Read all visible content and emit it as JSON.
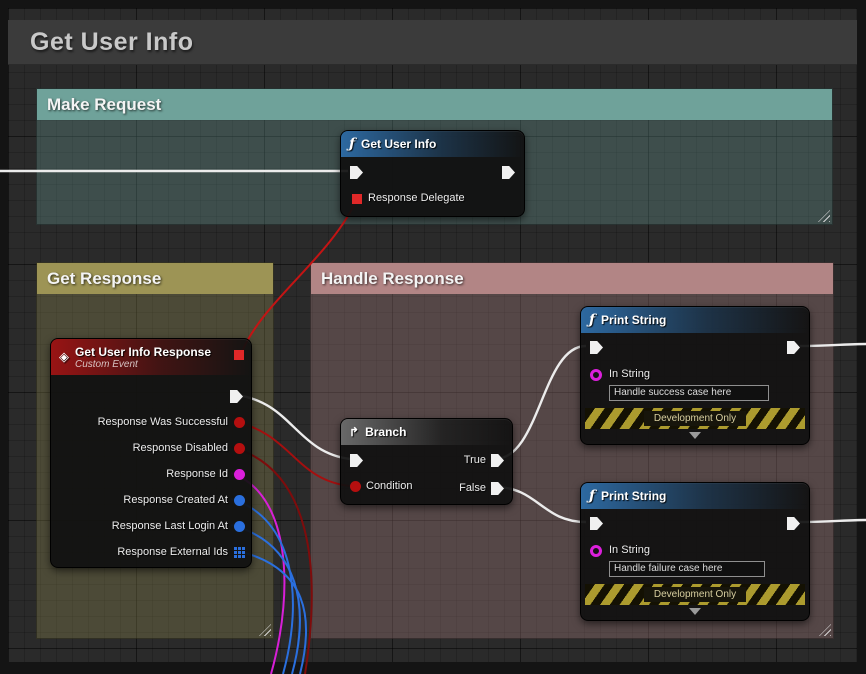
{
  "graph": {
    "title": "Get User Info"
  },
  "comments": [
    {
      "label": "Make Request"
    },
    {
      "label": "Get Response"
    },
    {
      "label": "Handle Response"
    }
  ],
  "icons": {
    "function": "ƒ",
    "event": "◈",
    "branch": "↱"
  },
  "nodes": {
    "get_user_info": {
      "title": "Get User Info",
      "pins": {
        "response_delegate": "Response Delegate"
      }
    },
    "response_event": {
      "title": "Get User Info Response",
      "subtitle": "Custom Event",
      "pins": [
        "Response Was Successful",
        "Response Disabled",
        "Response Id",
        "Response Created At",
        "Response Last Login At",
        "Response External Ids"
      ]
    },
    "branch": {
      "title": "Branch",
      "condition": "Condition",
      "true_label": "True",
      "false_label": "False"
    },
    "print_success": {
      "title": "Print String",
      "in_string": "In String",
      "value": "Handle success case here",
      "banner": "Development Only"
    },
    "print_failure": {
      "title": "Print String",
      "in_string": "In String",
      "value": "Handle failure case here",
      "banner": "Development Only"
    }
  },
  "colors": {
    "exec_wire": "#ececec",
    "bool_pin": "#b50f0f",
    "string_pin": "#dc1fdc",
    "struct_pin": "#2a6fde",
    "delegate_pin": "#e02828",
    "comment_make_request": "#6fa29a",
    "comment_get_response": "#9d9455",
    "comment_handle_response": "#b28585",
    "function_header": "#2e6ca6",
    "event_header": "#9e1414"
  }
}
